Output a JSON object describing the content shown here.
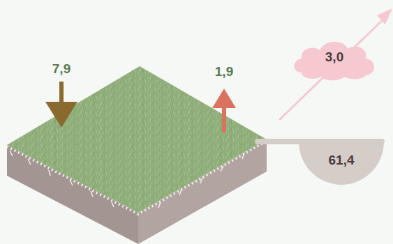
{
  "diagram": {
    "nodes": [
      {
        "text": [
          "3,0"
        ]
      },
      {
        "text": [
          "61,4"
        ]
      }
    ],
    "labels": [
      "7,9",
      "1,9"
    ]
  }
}
